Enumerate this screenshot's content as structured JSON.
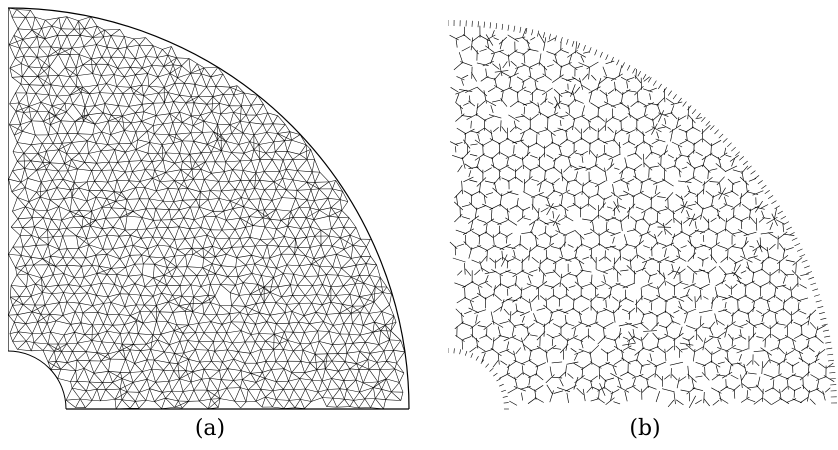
{
  "figure": {
    "panels": [
      {
        "caption": "(a)",
        "mesh": "triangular"
      },
      {
        "caption": "(b)",
        "mesh": "polygonal"
      }
    ],
    "stroke_color": "#000000",
    "background_color": "#ffffff"
  }
}
